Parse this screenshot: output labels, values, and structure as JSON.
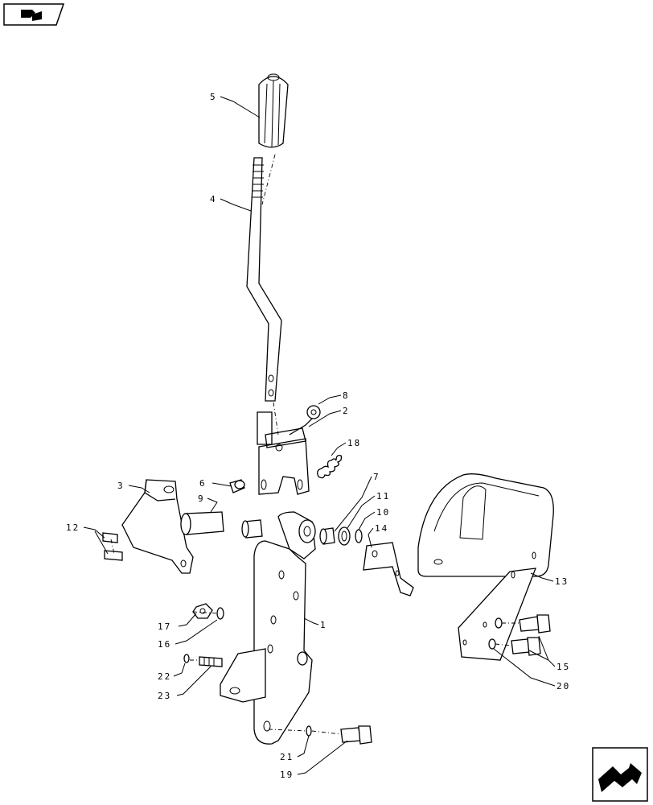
{
  "icons": {
    "top_left": "view-navigation-icon",
    "bottom_right": "next-page-icon"
  },
  "callouts": [
    {
      "id": "c1",
      "label": "1"
    },
    {
      "id": "c2",
      "label": "2"
    },
    {
      "id": "c3",
      "label": "3"
    },
    {
      "id": "c4",
      "label": "4"
    },
    {
      "id": "c5",
      "label": "5"
    },
    {
      "id": "c6",
      "label": "6"
    },
    {
      "id": "c7",
      "label": "7"
    },
    {
      "id": "c8",
      "label": "8"
    },
    {
      "id": "c9",
      "label": "9"
    },
    {
      "id": "c10",
      "label": "10"
    },
    {
      "id": "c11",
      "label": "11"
    },
    {
      "id": "c12",
      "label": "12"
    },
    {
      "id": "c13",
      "label": "13"
    },
    {
      "id": "c14",
      "label": "14"
    },
    {
      "id": "c15",
      "label": "15"
    },
    {
      "id": "c16",
      "label": "16"
    },
    {
      "id": "c17",
      "label": "17"
    },
    {
      "id": "c18",
      "label": "18"
    },
    {
      "id": "c19",
      "label": "19"
    },
    {
      "id": "c20",
      "label": "20"
    },
    {
      "id": "c21",
      "label": "21"
    },
    {
      "id": "c22",
      "label": "22"
    },
    {
      "id": "c23",
      "label": "23"
    }
  ]
}
